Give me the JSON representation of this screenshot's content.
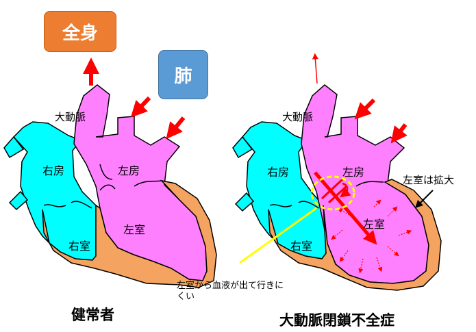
{
  "boxes": {
    "body": "全身",
    "lungs": "肺"
  },
  "healthy": {
    "aorta": "大動脈",
    "right_atrium": "右房",
    "left_atrium": "左房",
    "right_ventricle": "右室",
    "left_ventricle": "左室",
    "caption": "健常者"
  },
  "disease": {
    "aorta": "大動脈",
    "right_atrium": "右房",
    "left_atrium": "左房",
    "right_ventricle": "右室",
    "left_ventricle": "左室",
    "caption": "大動脈閉鎖不全症",
    "lv_dilated_note": "左室は拡大",
    "regurgitation_note": "左室から血液が出て行きにくい"
  },
  "colors": {
    "right_heart": "#00FFFF",
    "left_heart": "#FF80FF",
    "myocardium": "#F4A460",
    "arrow": "#FF0000",
    "highlight_ring": "#FFFF00"
  }
}
